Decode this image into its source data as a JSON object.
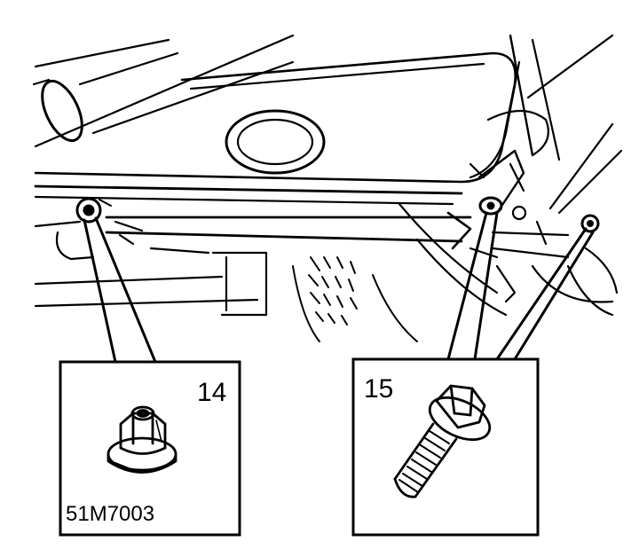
{
  "callouts": {
    "nut": {
      "number": "14"
    },
    "bolt": {
      "number": "15"
    }
  },
  "reference_code": "51M7003",
  "colors": {
    "ink": "#000000",
    "paper": "#ffffff"
  }
}
